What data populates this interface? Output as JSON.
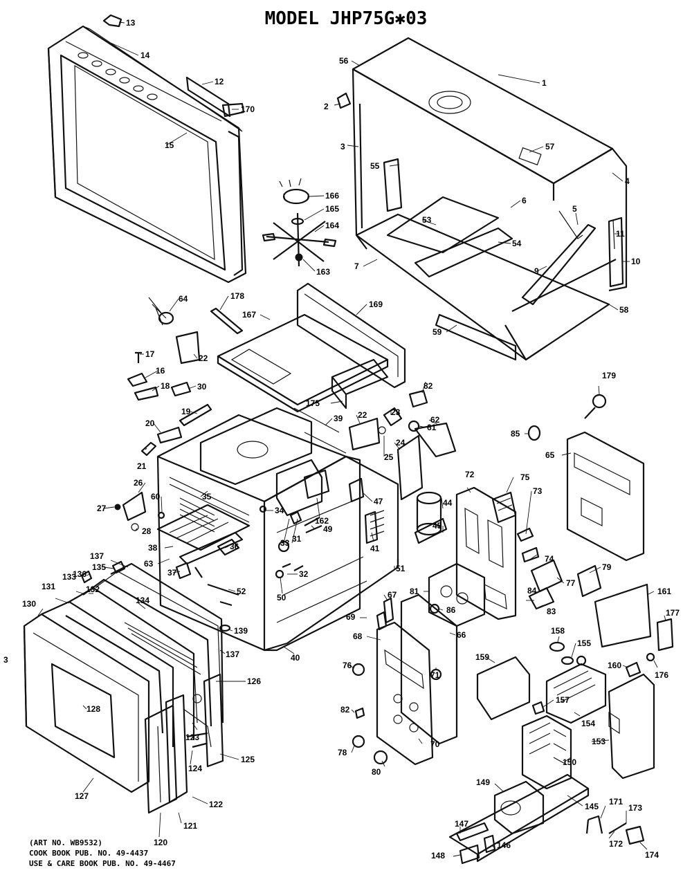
{
  "title": "MODEL  JHP75G✱03",
  "footer": [
    "(ART NO. WB9532)",
    "COOK BOOK PUB. NO. 49-4437",
    "USE & CARE BOOK PUB. NO. 49-4467"
  ],
  "callouts": [
    "13",
    "14",
    "12",
    "170",
    "15",
    "56",
    "1",
    "2",
    "3",
    "57",
    "55",
    "4",
    "166",
    "165",
    "164",
    "163",
    "6",
    "53",
    "5",
    "11",
    "54",
    "7",
    "10",
    "9",
    "58",
    "64",
    "178",
    "167",
    "169",
    "59",
    "179",
    "17",
    "22",
    "16",
    "18",
    "30",
    "175",
    "82",
    "62",
    "85",
    "65",
    "19",
    "20",
    "39",
    "22",
    "23",
    "61",
    "21",
    "24",
    "25",
    "72",
    "75",
    "26",
    "60",
    "35",
    "162",
    "47",
    "44",
    "73",
    "27",
    "28",
    "34",
    "74",
    "36",
    "33",
    "49",
    "77",
    "38",
    "63",
    "45",
    "41",
    "31",
    "51",
    "79",
    "136",
    "137",
    "135",
    "32",
    "81",
    "84",
    "37",
    "52",
    "83",
    "133",
    "131",
    "132",
    "134",
    "67",
    "161",
    "50",
    "86",
    "130",
    "139",
    "69",
    "68",
    "66",
    "177",
    "137",
    "40",
    "158",
    "155",
    "3",
    "76",
    "159",
    "160",
    "176",
    "126",
    "71",
    "128",
    "82",
    "154",
    "157",
    "123",
    "78",
    "80",
    "70",
    "153",
    "124",
    "125",
    "150",
    "127",
    "122",
    "149",
    "145",
    "171",
    "173",
    "121",
    "172",
    "147",
    "146",
    "148",
    "120",
    "174"
  ]
}
